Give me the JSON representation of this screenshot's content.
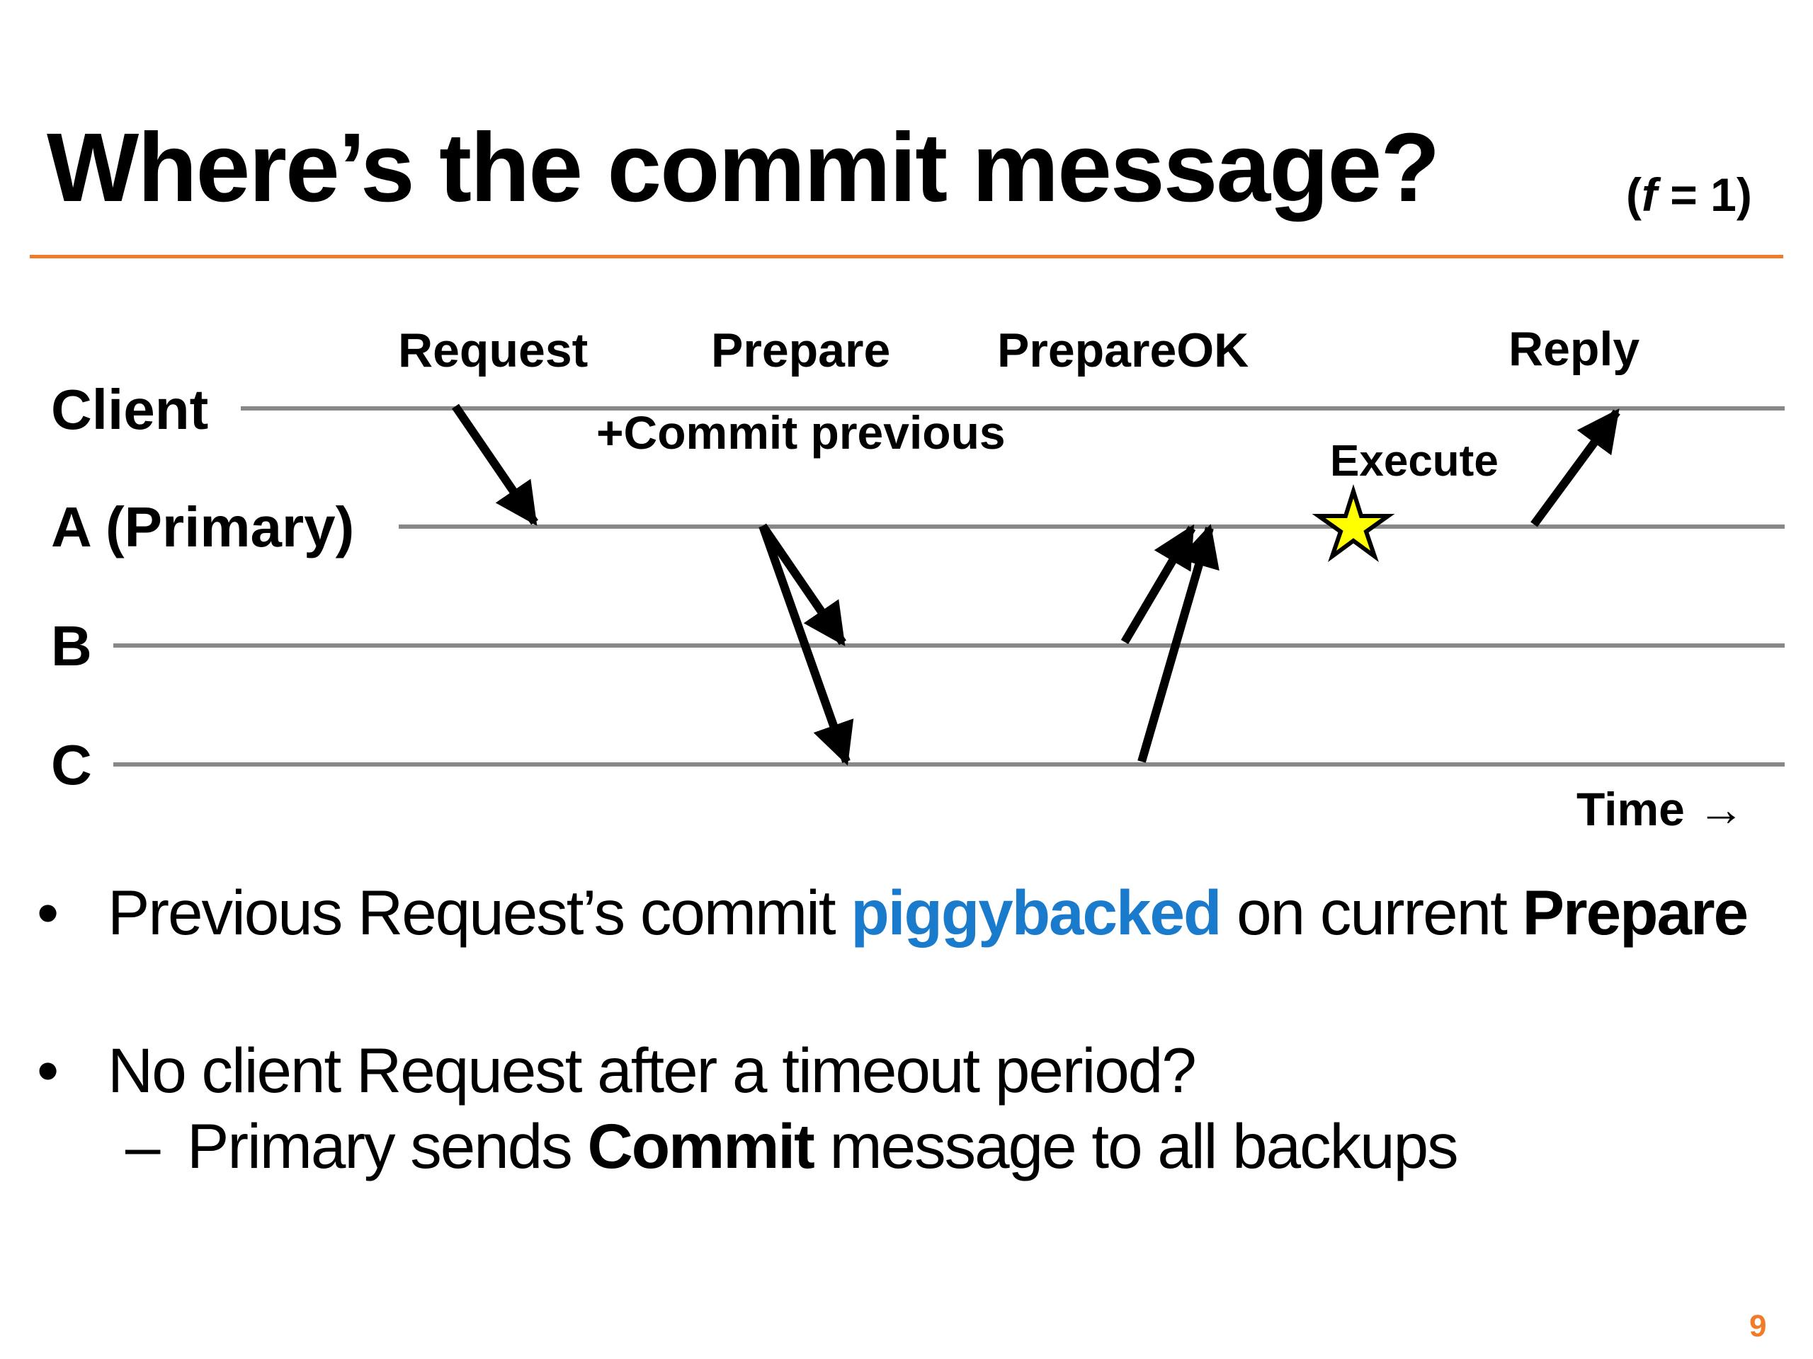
{
  "slide": {
    "title": "Where’s the commit message?",
    "f_open": "(",
    "f_var": "f",
    "f_rest": " = 1)",
    "page_number": "9"
  },
  "diagram": {
    "rows": {
      "client": "Client",
      "primary": "A (Primary)",
      "b": "B",
      "c": "C"
    },
    "message_labels": {
      "request": "Request",
      "prepare": "Prepare",
      "prepare_ok": "PrepareOK",
      "reply": "Reply",
      "commit_previous": "+Commit previous",
      "execute": "Execute"
    },
    "time_label": "Time →"
  },
  "bullets": {
    "b1": {
      "dot": "•",
      "part1": "Previous Request’s commit ",
      "highlight": "piggybacked",
      "part2": " on current ",
      "bold": "Prepare"
    },
    "b2": {
      "dot": "•",
      "text": "No client Request after a timeout period?"
    },
    "b2_sub": {
      "dash": "–",
      "part1": "Primary sends ",
      "bold": "Commit",
      "part2": " message to all backups"
    }
  },
  "colors": {
    "accent_rule": "#f07b2a",
    "highlight_blue": "#1a7bcc",
    "page_number": "#f07b2a",
    "timeline_gray": "#888888",
    "star_fill": "#ffff00"
  }
}
